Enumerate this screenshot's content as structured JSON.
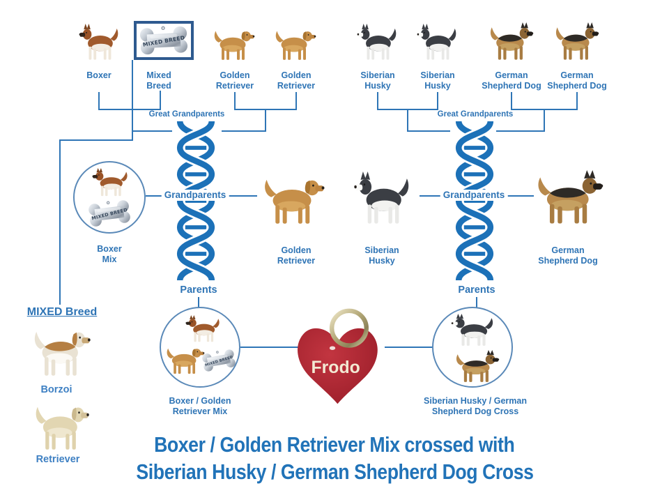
{
  "palette": {
    "accent": "#2E74B5",
    "line": "#2E75B6",
    "helix": "#1C71B8",
    "title": "#2173B8",
    "sidebar": "#3E80C3",
    "heart_red": "#A81F2B",
    "ring_gold": "#B3A878",
    "tag_silver": "#C9D0D8",
    "tag_box_border": "#2E5A8F"
  },
  "tags": {
    "bone_text": "MIXED BREED"
  },
  "heart": {
    "name": "Frodo"
  },
  "rows": {
    "great_grandparents": {
      "section_label": "Great Grandparents",
      "items": [
        {
          "label": "Boxer"
        },
        {
          "label": "Mixed\nBreed"
        },
        {
          "label": "Golden\nRetriever"
        },
        {
          "label": "Golden\nRetriever"
        },
        {
          "label": "Siberian\nHusky"
        },
        {
          "label": "Siberian\nHusky"
        },
        {
          "label": "German\nShepherd Dog"
        },
        {
          "label": "German\nShepherd Dog"
        }
      ]
    },
    "grandparents": {
      "section_label": "Grandparents",
      "items": [
        {
          "label": "Boxer\nMix"
        },
        {
          "label": "Golden\nRetriever"
        },
        {
          "label": "Siberian\nHusky"
        },
        {
          "label": "German\nShepherd Dog"
        }
      ]
    },
    "parents": {
      "section_label": "Parents",
      "items": [
        {
          "label": "Boxer / Golden\nRetriever Mix"
        },
        {
          "label": "Siberian Husky / German\nShepherd Dog Cross"
        }
      ]
    }
  },
  "sidebar": {
    "heading": "MIXED Breed",
    "items": [
      {
        "label": "Borzoi"
      },
      {
        "label": "Retriever"
      }
    ]
  },
  "title": {
    "line1": "Boxer / Golden Retriever Mix crossed with",
    "line2": "Siberian Husky / German Shepherd Dog Cross"
  },
  "breeds": {
    "boxer": {
      "body": "#A05A2C",
      "belly": "#F3EDE3",
      "legs": "#EFE7DA",
      "head": "#9A5327",
      "muzzle": "#31241B",
      "earColor": "#7C4520",
      "ear": "prick"
    },
    "golden_retriever": {
      "body": "#C68F49",
      "belly": "#D8A75F",
      "legs": "#C68F49",
      "head": "#C68F49",
      "muzzle": "#BD8440",
      "earColor": "#A9742F",
      "ear": "floppy"
    },
    "siberian_husky": {
      "body": "#3B3E44",
      "belly": "#F2F2F0",
      "legs": "#E9E9E7",
      "head": "#3B3E44",
      "muzzle": "#FAFAF8",
      "earColor": "#3B3E44",
      "ear": "prick"
    },
    "german_shepherd": {
      "body": "#B8894C",
      "saddle": "#2E2A26",
      "belly": "#C5A061",
      "legs": "#A87C42",
      "head": "#8B6434",
      "muzzle": "#211D19",
      "earColor": "#2E2A26",
      "ear": "prick"
    },
    "borzoi": {
      "body": "#E9E2D3",
      "saddle": "#B57F43",
      "belly": "#FBF9F4",
      "legs": "#E9E2D3",
      "head": "#E9E2D3",
      "muzzle": "#C8A876",
      "earColor": "#B57F43",
      "ear": "floppy"
    },
    "retriever": {
      "body": "#E2D6B2",
      "belly": "#EFE7CF",
      "legs": "#DFD2AC",
      "head": "#E2D6B2",
      "muzzle": "#D3C199",
      "earColor": "#CBB98E",
      "ear": "floppy"
    }
  }
}
